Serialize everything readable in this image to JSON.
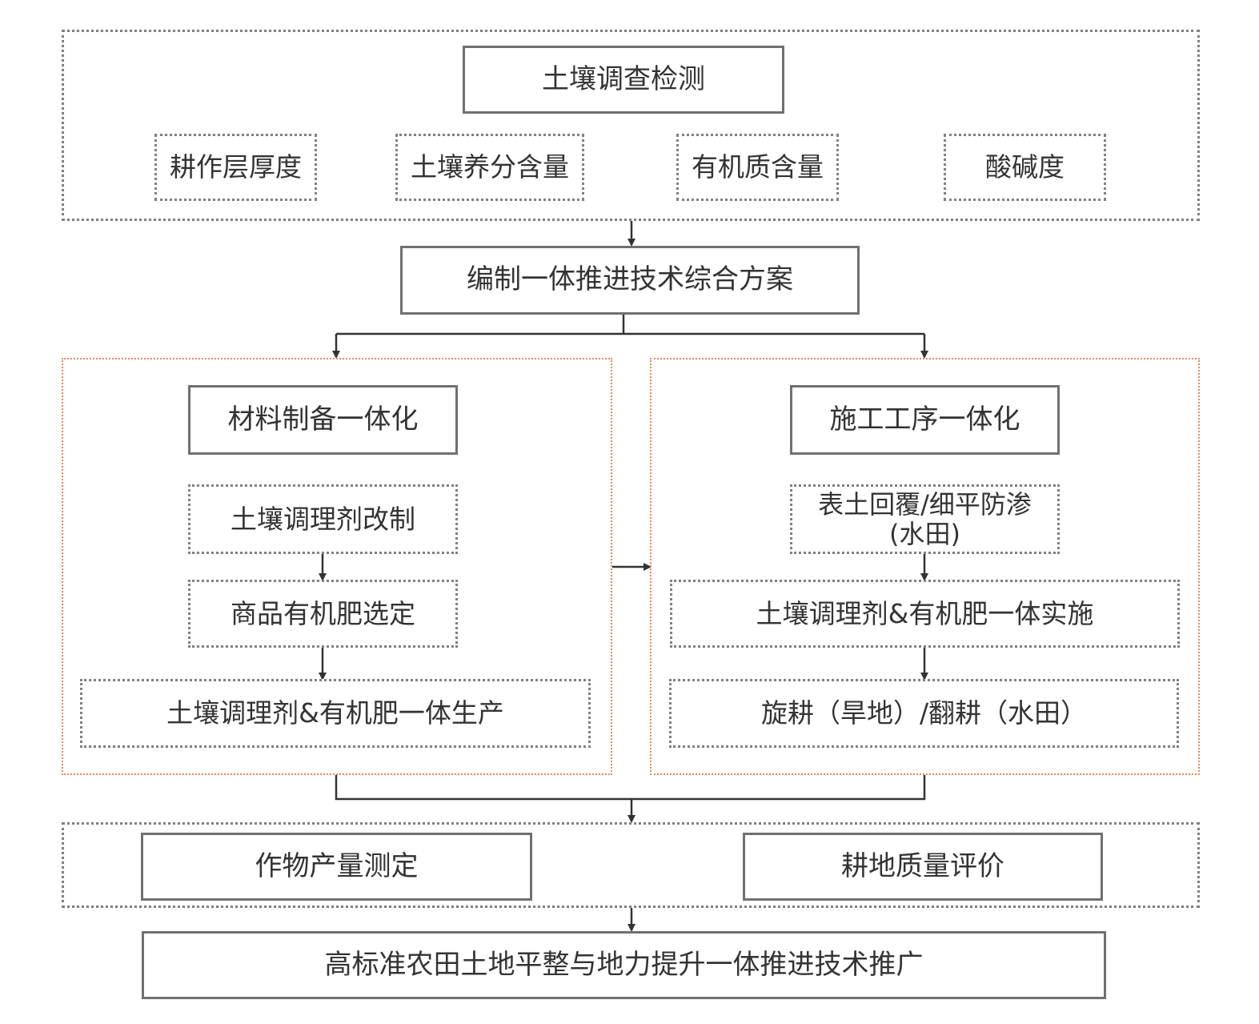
{
  "survey": {
    "title": "土壤调查检测",
    "items": [
      "耕作层厚度",
      "土壤养分含量",
      "有机质含量",
      "酸碱度"
    ]
  },
  "plan": "编制一体推进技术综合方案",
  "materials": {
    "title": "材料制备一体化",
    "steps": [
      "土壤调理剂改制",
      "商品有机肥选定",
      "土壤调理剂&有机肥一体生产"
    ]
  },
  "construction": {
    "title": "施工工序一体化",
    "steps": [
      "表土回覆/细平防渗",
      "(水田)",
      "土壤调理剂&有机肥一体实施",
      "旋耕（旱地）/翻耕（水田）"
    ]
  },
  "evaluation": {
    "items": [
      "作物产量测定",
      "耕地质量评价"
    ]
  },
  "promotion": "高标准农田土地平整与地力提升一体推进技术推广",
  "colors": {
    "line": "#333333",
    "box_border": "#707070",
    "group_border_gray": "#7f7f7f",
    "group_border_orange": "#e8895a"
  }
}
